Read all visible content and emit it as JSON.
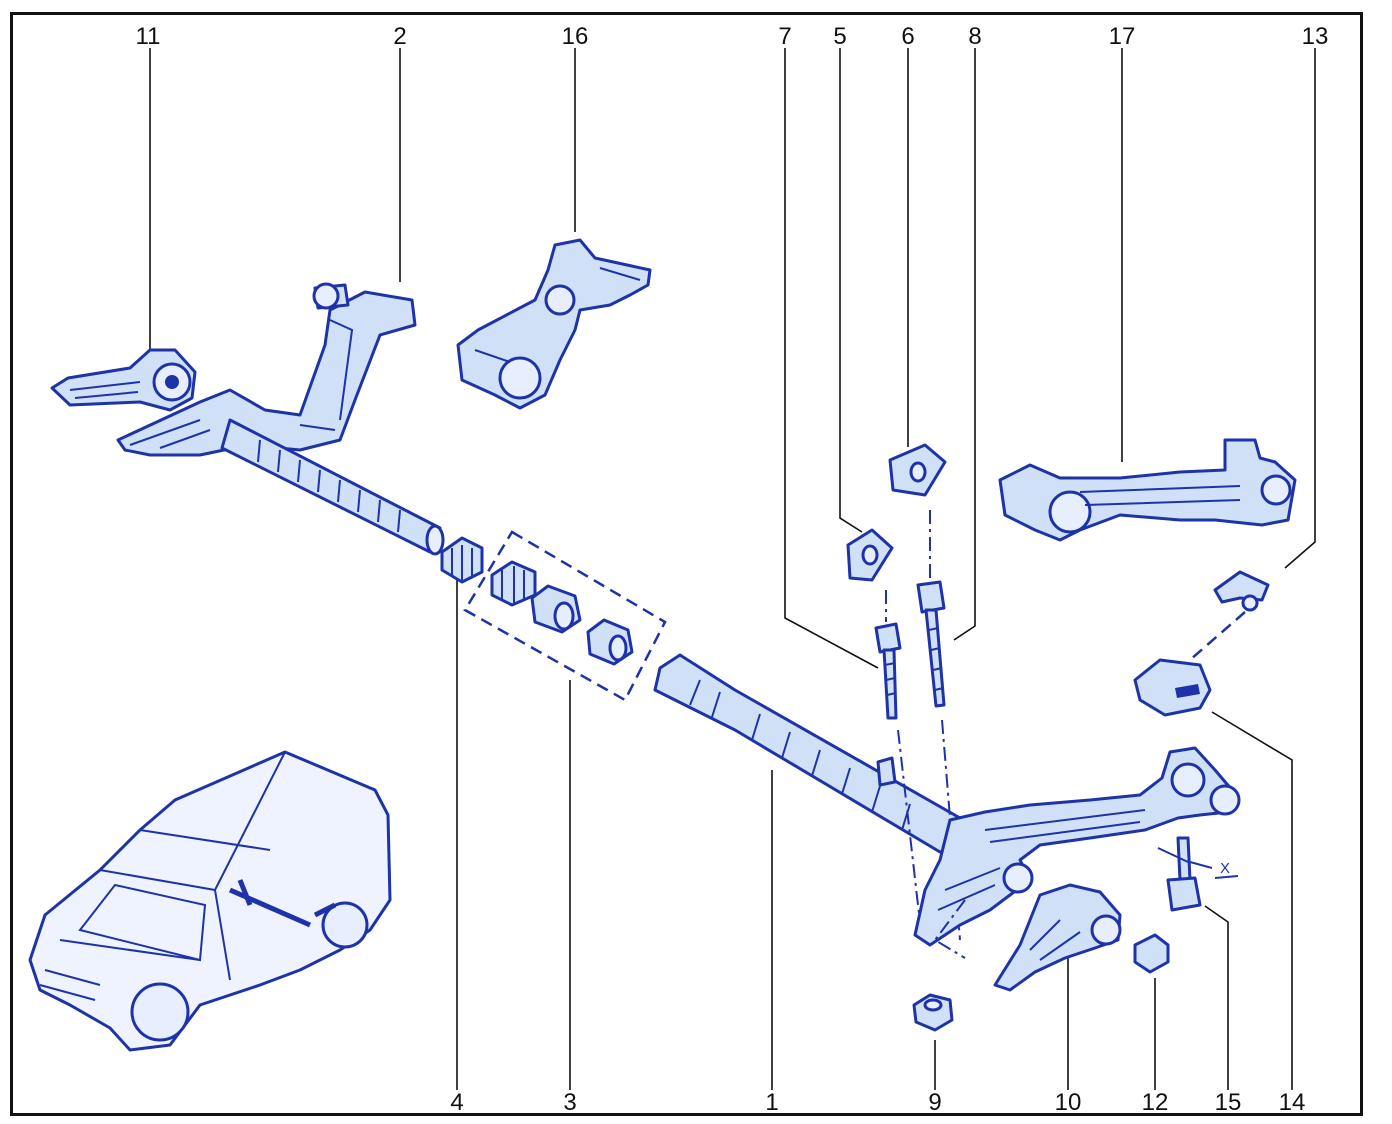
{
  "diagram": {
    "callouts": [
      "11",
      "2",
      "16",
      "7",
      "5",
      "6",
      "8",
      "17",
      "13",
      "4",
      "3",
      "1",
      "9",
      "10",
      "12",
      "15",
      "14"
    ],
    "dimension_label": "X"
  },
  "colors": {
    "ink": "#1e33a8",
    "fill": "#cfe0f7",
    "frame": "#111111",
    "label": "#111111"
  }
}
